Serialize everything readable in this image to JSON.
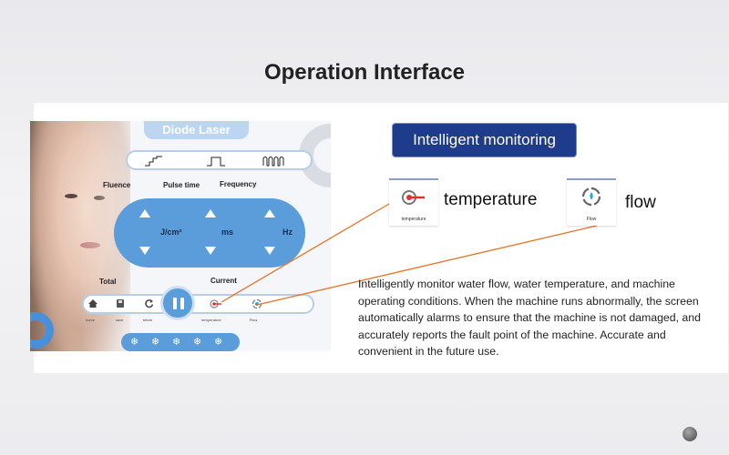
{
  "slide": {
    "title": "Operation Interface"
  },
  "device": {
    "title": "Diode Laser",
    "params": [
      {
        "label": "Fluence",
        "unit": "J/cm²"
      },
      {
        "label": "Pulse time",
        "unit": "ms"
      },
      {
        "label": "Frequency",
        "unit": "Hz"
      }
    ],
    "total_label": "Total",
    "current_label": "Current",
    "controls": [
      "home",
      "save",
      "return",
      "temperature",
      "Flow"
    ]
  },
  "monitoring": {
    "badge": "Intelligent monitoring",
    "temperature_card_caption": "temperature",
    "temperature_label": "temperature",
    "flow_card_caption": "Flow",
    "flow_label": "flow",
    "description": "Intelligently monitor water flow, water temperature, and machine operating conditions. When the machine runs abnormally, the screen automatically alarms to ensure that the machine is not damaged, and accurately reports the fault point of the machine. Accurate and convenient in the future use."
  },
  "colors": {
    "accent": "#5b9cdb",
    "badge": "#1f3b8c",
    "connector": "#e8742a"
  }
}
